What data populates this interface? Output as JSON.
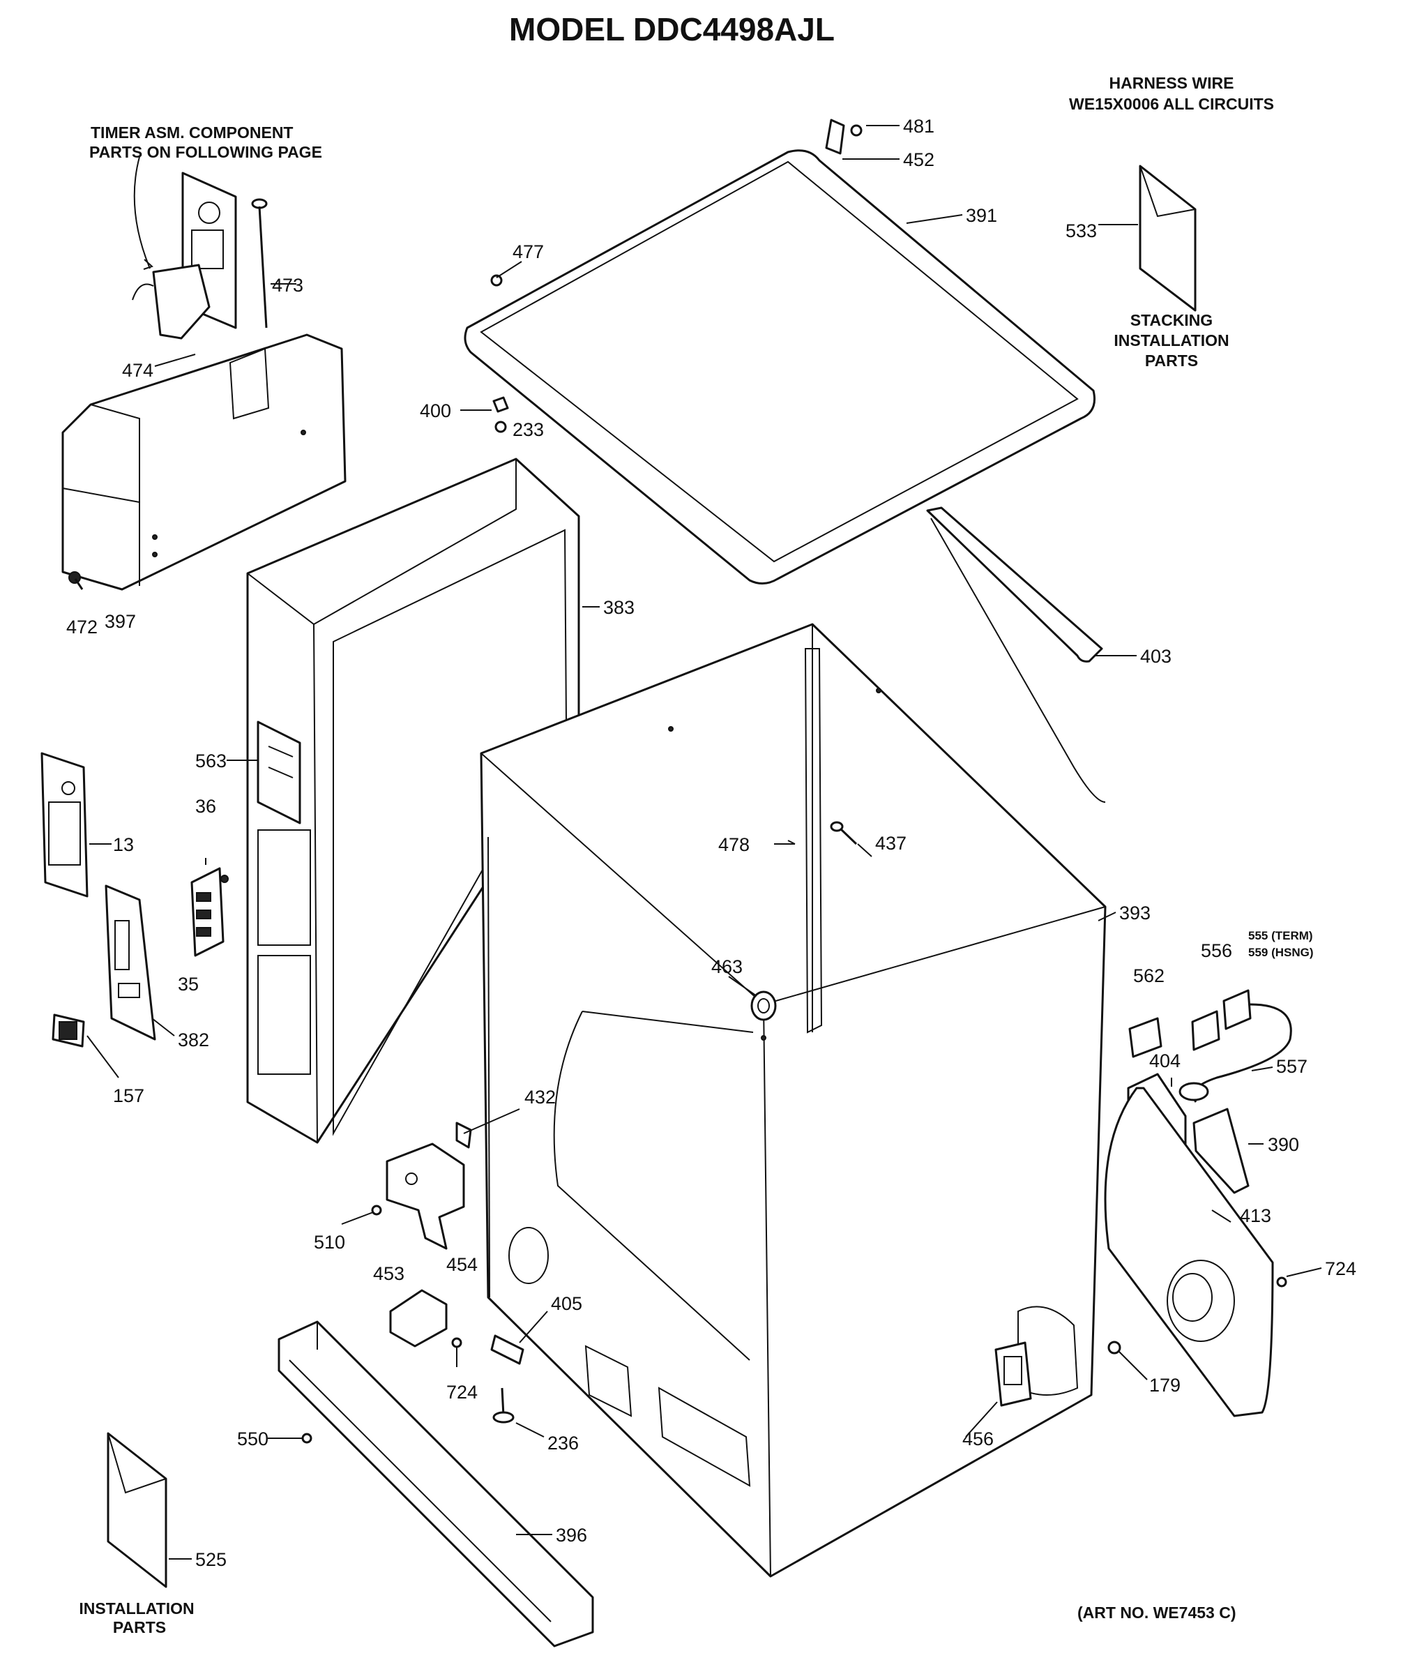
{
  "title": "MODEL DDC4498AJL",
  "notes": {
    "harness_line1": "HARNESS WIRE",
    "harness_line2": "WE15X0006 ALL CIRCUITS",
    "timer_line1": "TIMER ASM. COMPONENT",
    "timer_line2": "PARTS ON FOLLOWING PAGE",
    "stacking_line1": "STACKING",
    "stacking_line2": "INSTALLATION",
    "stacking_line3": "PARTS",
    "install_line1": "INSTALLATION",
    "install_line2": "PARTS",
    "art_no": "(ART NO. WE7453 C)"
  },
  "labels": {
    "p13": "13",
    "p35": "35",
    "p36": "36",
    "p157": "157",
    "p179": "179",
    "p233": "233",
    "p236": "236",
    "p382": "382",
    "p383": "383",
    "p390": "390",
    "p391": "391",
    "p393": "393",
    "p396": "396",
    "p397": "397",
    "p400": "400",
    "p403": "403",
    "p404": "404",
    "p405": "405",
    "p413": "413",
    "p432": "432",
    "p437": "437",
    "p452": "452",
    "p453": "453",
    "p454": "454",
    "p456": "456",
    "p463": "463",
    "p472": "472",
    "p473": "473",
    "p474": "474",
    "p477": "477",
    "p478": "478",
    "p481": "481",
    "p510": "510",
    "p525": "525",
    "p533": "533",
    "p550": "550",
    "p555": "555 (TERM)",
    "p556": "556",
    "p557": "557",
    "p559": "559 (HSNG)",
    "p562": "562",
    "p563": "563",
    "p724a": "724",
    "p724b": "724"
  }
}
